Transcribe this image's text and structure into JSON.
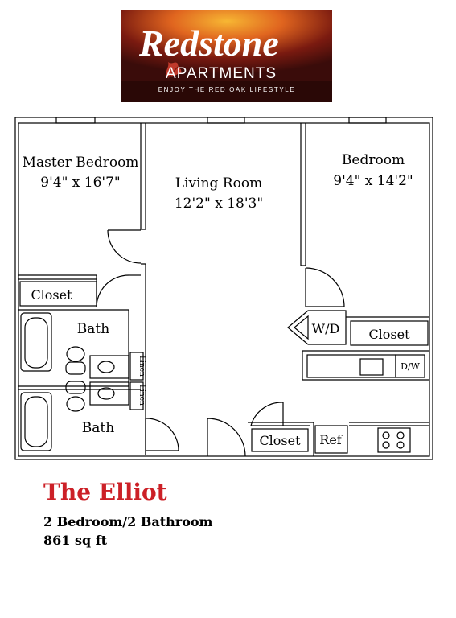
{
  "logo": {
    "brand": "Redstone",
    "subtitle": "APARTMENTS",
    "tagline": "ENJOY THE RED OAK LIFESTYLE",
    "colors": {
      "background": "#3a0c0a",
      "glow": "#f5a623",
      "text": "#ffffff",
      "leaf": "#c0392b"
    }
  },
  "rooms": {
    "master_bedroom": {
      "name": "Master Bedroom",
      "size": "9'4\" x 16'7\""
    },
    "living_room": {
      "name": "Living Room",
      "size": "12'2\" x 18'3\""
    },
    "bedroom": {
      "name": "Bedroom",
      "size": "9'4\" x 14'2\""
    },
    "closet_master": "Closet",
    "bath_top": "Bath",
    "bath_bottom": "Bath",
    "linen_top": "Linen",
    "linen_bottom": "Linen",
    "washer_dryer": "W/D",
    "closet_bedroom": "Closet",
    "dishwasher": "D/W",
    "closet_entry": "Closet",
    "refrigerator": "Ref"
  },
  "listing": {
    "name": "The Elliot",
    "layout": "2 Bedroom/2 Bathroom",
    "area": "861 sq ft",
    "title_color": "#cc2027"
  }
}
